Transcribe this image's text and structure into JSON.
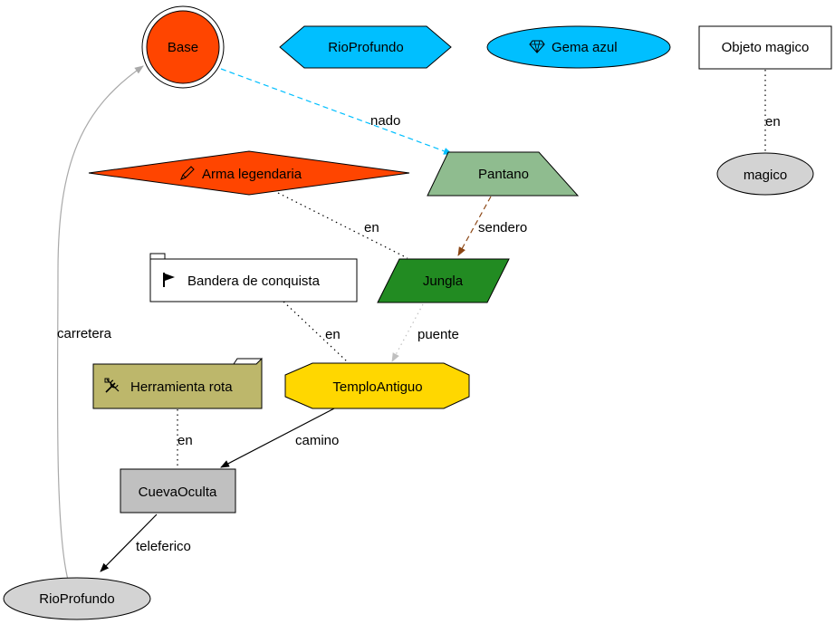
{
  "nodes": {
    "base": {
      "label": "Base",
      "fill": "#ff4500"
    },
    "rioprofundo_hex": {
      "label": "RioProfundo",
      "fill": "#00bfff"
    },
    "gema_azul": {
      "label": "Gema azul",
      "fill": "#00bfff",
      "icon": "gem-icon"
    },
    "objeto_magico": {
      "label": "Objeto magico",
      "fill": "#ffffff"
    },
    "magico": {
      "label": "magico",
      "fill": "#d3d3d3"
    },
    "arma_legendaria": {
      "label": "Arma legendaria",
      "fill": "#ff4500",
      "icon": "pen-icon"
    },
    "pantano": {
      "label": "Pantano",
      "fill": "#8fbc8f"
    },
    "bandera": {
      "label": "Bandera de conquista",
      "fill": "#ffffff",
      "icon": "flag-icon"
    },
    "jungla": {
      "label": "Jungla",
      "fill": "#228b22"
    },
    "herramienta": {
      "label": "Herramienta rota",
      "fill": "#bdb76b",
      "icon": "tools-icon"
    },
    "templo": {
      "label": "TemploAntiguo",
      "fill": "#ffd700"
    },
    "cueva": {
      "label": "CuevaOculta",
      "fill": "#c0c0c0"
    },
    "rioprofundo_ellipse": {
      "label": "RioProfundo",
      "fill": "#d3d3d3"
    }
  },
  "edges": {
    "nado": {
      "label": "nado",
      "color": "#00bfff"
    },
    "en_objeto": {
      "label": "en"
    },
    "sendero": {
      "label": "sendero",
      "color": "#8b4513"
    },
    "en_arma": {
      "label": "en"
    },
    "puente": {
      "label": "puente",
      "color": "#c0c0c0"
    },
    "en_bandera": {
      "label": "en"
    },
    "carretera": {
      "label": "carretera",
      "color": "#a9a9a9"
    },
    "en_herramienta": {
      "label": "en"
    },
    "camino": {
      "label": "camino"
    },
    "teleferico": {
      "label": "teleferico"
    }
  }
}
